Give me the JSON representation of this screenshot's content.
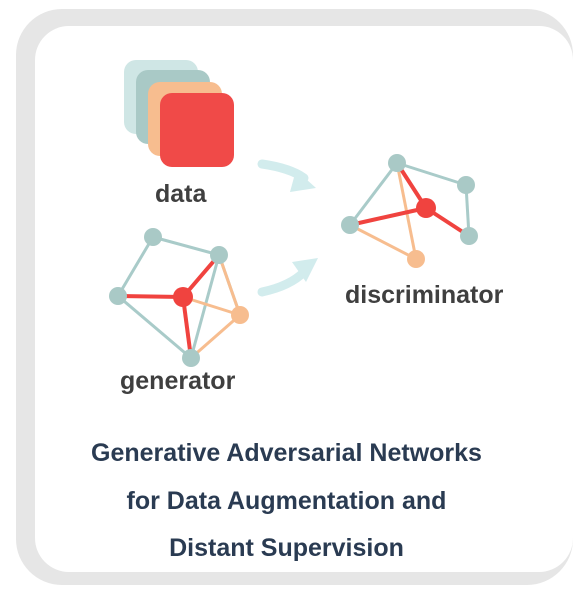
{
  "labels": {
    "data": "data",
    "generator": "generator",
    "discriminator": "discriminator"
  },
  "title": {
    "line1": "Generative Adversarial Networks",
    "line2": "for Data Augmentation and",
    "line3": "Distant Supervision"
  },
  "colors": {
    "node_teal": "#a9c9c6",
    "edge_teal": "#a9cbc9",
    "red": "#f0433f",
    "orange": "#f7bd8f",
    "arrow": "#d2eced",
    "title": "#2a3b52",
    "label": "#3f3f3f"
  }
}
